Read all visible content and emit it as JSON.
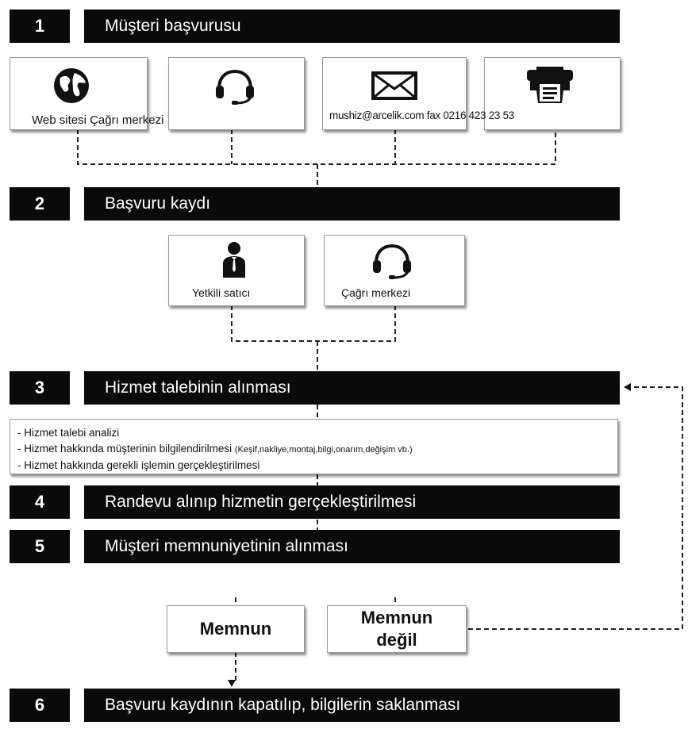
{
  "steps": [
    {
      "num": "1",
      "title": "Müşteri başvurusu"
    },
    {
      "num": "2",
      "title": "Başvuru kaydı"
    },
    {
      "num": "3",
      "title": "Hizmet talebinin alınması"
    },
    {
      "num": "4",
      "title": "Randevu alınıp hizmetin gerçekleştirilmesi"
    },
    {
      "num": "5",
      "title": "Müşteri memnuniyetinin alınması"
    },
    {
      "num": "6",
      "title": "Başvuru kaydının kapatılıp, bilgilerin saklanması"
    }
  ],
  "channels": {
    "web_call_label": "Web sitesi Çağrı merkezi",
    "mail_fax_label": "mushiz@arcelik.com fax 0216 423 23 53"
  },
  "registration": {
    "dealer_label": "Yetkili satıcı",
    "callcenter_label": "Çağrı merkezi"
  },
  "tasks": {
    "line1": "- Hizmet talebi analizi",
    "line2": "- Hizmet hakkında müşterinin bilgilendirilmesi",
    "line2_note": "(Keşif,nakliye,montaj,bilgi,onarım,değişim vb.)",
    "line3": "- Hizmet hakkında gerekli işlemin gerçekleştirilmesi"
  },
  "satisfaction": {
    "satisfied": "Memnun",
    "not_satisfied_line1": "Memnun",
    "not_satisfied_line2": "değil"
  },
  "icons": [
    "globe-icon",
    "headset-icon",
    "envelope-icon",
    "fax-icon",
    "person-icon",
    "headset-icon"
  ]
}
